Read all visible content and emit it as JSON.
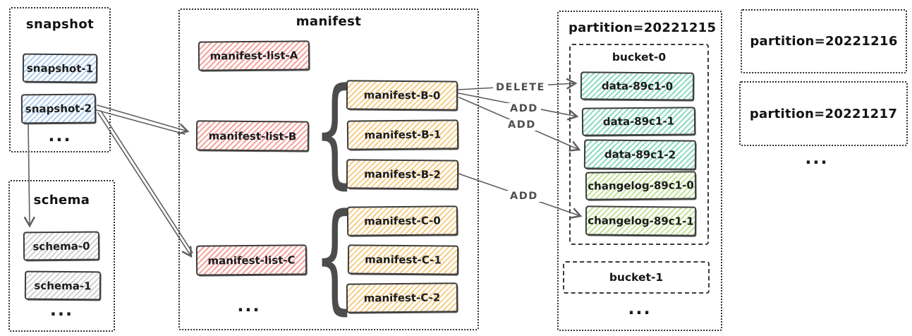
{
  "diagram": {
    "brace": "{",
    "snapshot": {
      "title": "snapshot",
      "items": [
        "snapshot-1",
        "snapshot-2"
      ],
      "more": "..."
    },
    "schema": {
      "title": "schema",
      "items": [
        "schema-0",
        "schema-1"
      ],
      "more": "..."
    },
    "manifest": {
      "title": "manifest",
      "lists": [
        "manifest-list-A",
        "manifest-list-B",
        "manifest-list-C"
      ],
      "group_b": [
        "manifest-B-0",
        "manifest-B-1",
        "manifest-B-2"
      ],
      "group_c": [
        "manifest-C-0",
        "manifest-C-1",
        "manifest-C-2"
      ],
      "more": "..."
    },
    "partition_20221215": {
      "title": "partition=20221215",
      "bucket_0": {
        "title": "bucket-0",
        "data_files": [
          "data-89c1-0",
          "data-89c1-1",
          "data-89c1-2"
        ],
        "changelog_files": [
          "changelog-89c1-0",
          "changelog-89c1-1"
        ]
      },
      "bucket_1": {
        "title": "bucket-1"
      },
      "more": "..."
    },
    "other_partitions": {
      "items": [
        "partition=20221216",
        "partition=20221217"
      ],
      "more": "..."
    },
    "arrows": {
      "delete_label": "DELETE",
      "add_label_1": "ADD",
      "add_label_2": "ADD",
      "add_label_3": "ADD"
    },
    "colors": {
      "snapshot_fill": "#aecfef",
      "schema_fill": "#d2d2d2",
      "manifest_list_fill": "#f4a29b",
      "manifest_fill": "#f6cd85",
      "data_fill": "#8ad9c2",
      "changelog_fill": "#c3e297",
      "box_stroke": "#3c3c3c",
      "arrow_stroke": "#5e5e5e"
    }
  }
}
